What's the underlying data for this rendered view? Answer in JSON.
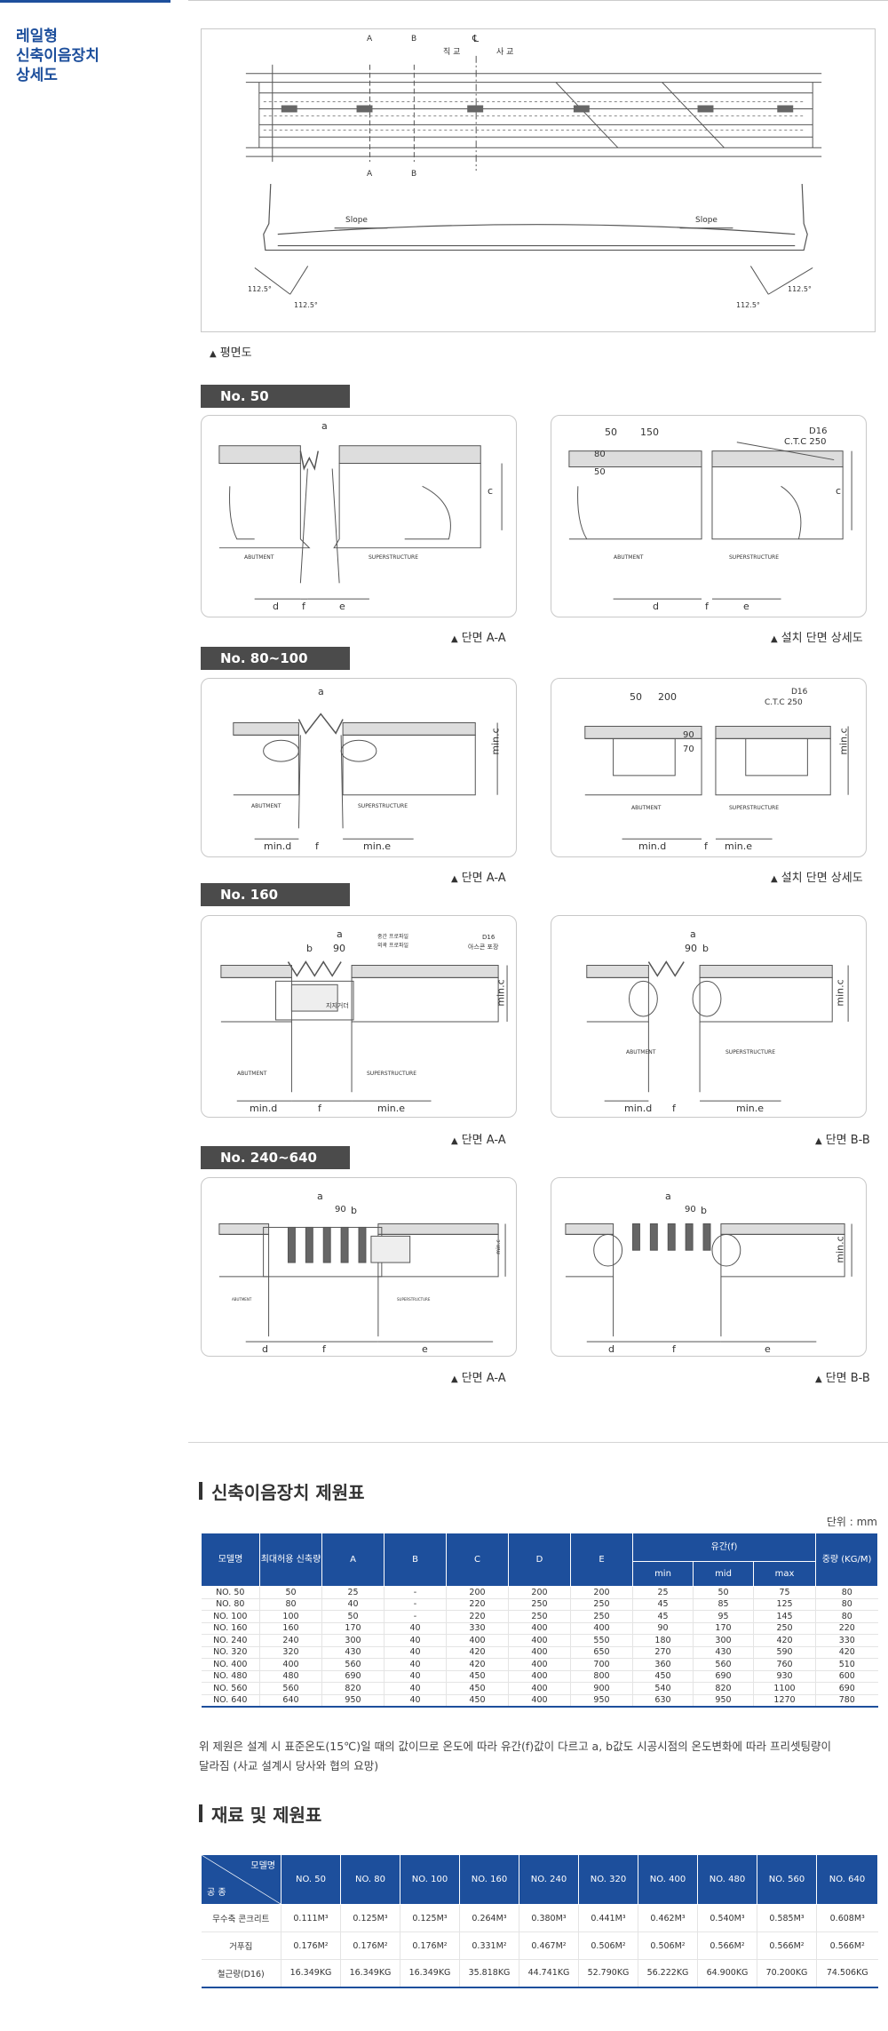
{
  "sidebar": {
    "title_line1": "레일형",
    "title_line2": "신축이음장치",
    "title_line3": "상세도"
  },
  "plan": {
    "caption": "평면도",
    "labels": {
      "a": "A",
      "b": "B",
      "a2": "A",
      "b2": "B",
      "cl": "℄",
      "skew_left": "직 교",
      "skew_right": "사 교",
      "slope_left": "Slope",
      "slope_right": "Slope",
      "angle1": "112.5°",
      "angle2": "112.5°",
      "angle3": "112.5°",
      "angle4": "112.5°"
    }
  },
  "sections": [
    {
      "tag": "No. 50",
      "left_caption": "단면 A-A",
      "right_caption": "설치 단면 상세도",
      "left_labels": {
        "a": "a",
        "c": "c",
        "d": "d",
        "f": "f",
        "e": "e",
        "abut": "ABUTMENT",
        "super": "SUPERSTRUCTURE"
      },
      "right_labels": {
        "dim1": "50",
        "dim2": "150",
        "dim3": "80",
        "dim4": "50",
        "bar": "D16",
        "ctc": "C.T.C 250",
        "c": "c",
        "d": "d",
        "f": "f",
        "e": "e",
        "abut": "ABUTMENT",
        "super": "SUPERSTRUCTURE"
      }
    },
    {
      "tag": "No. 80~100",
      "left_caption": "단면 A-A",
      "right_caption": "설치 단면 상세도",
      "left_labels": {
        "a": "a",
        "c": "min.c",
        "d": "min.d",
        "f": "f",
        "e": "min.e",
        "abut": "ABUTMENT",
        "super": "SUPERSTRUCTURE"
      },
      "right_labels": {
        "dim1": "50",
        "dim2": "200",
        "dim3": "90",
        "dim4": "70",
        "bar": "D16",
        "ctc": "C.T.C 250",
        "c": "min.c",
        "d": "min.d",
        "f": "f",
        "e": "min.e",
        "abut": "ABUTMENT",
        "super": "SUPERSTRUCTURE"
      }
    },
    {
      "tag": "No. 160",
      "left_caption": "단면 A-A",
      "right_caption": "단면 B-B",
      "left_labels": {
        "a": "a",
        "b": "b",
        "dim": "90",
        "c": "min.c",
        "d": "min.d",
        "f": "f",
        "e": "min.e",
        "note1": "중간 프로파일",
        "note2": "외곽 프로파일",
        "note3": "D16",
        "note4": "아스콘 포장",
        "center": "지지거더",
        "abut": "ABUTMENT",
        "super": "SUPERSTRUCTURE"
      },
      "right_labels": {
        "a": "a",
        "b": "b",
        "dim": "90",
        "c": "min.c",
        "d": "min.d",
        "f": "f",
        "e": "min.e",
        "abut": "ABUTMENT",
        "super": "SUPERSTRUCTURE"
      }
    },
    {
      "tag": "No. 240~640",
      "left_caption": "단면 A-A",
      "right_caption": "단면 B-B",
      "left_labels": {
        "a": "a",
        "b": "b",
        "dim": "90",
        "c": "min.c",
        "d": "d",
        "f": "f",
        "e": "e",
        "abut": "ABUTMENT",
        "super": "SUPERSTRUCTURE"
      },
      "right_labels": {
        "a": "a",
        "b": "b",
        "dim": "90",
        "c": "min.c",
        "d": "d",
        "f": "f",
        "e": "e"
      }
    }
  ],
  "spec_table": {
    "title": "신축이음장치 제원표",
    "unit": "단위 : mm",
    "headers": {
      "model": "모델명",
      "movement": "최대허용 신축량",
      "A": "A",
      "B": "B",
      "C": "C",
      "D": "D",
      "E": "E",
      "gap": "유간(f)",
      "min": "min",
      "mid": "mid",
      "max": "max",
      "weight": "중량 (KG/M)"
    },
    "rows": [
      [
        "NO. 50",
        "50",
        "25",
        "-",
        "200",
        "200",
        "200",
        "25",
        "50",
        "75",
        "80"
      ],
      [
        "NO. 80",
        "80",
        "40",
        "-",
        "220",
        "250",
        "250",
        "45",
        "85",
        "125",
        "80"
      ],
      [
        "NO. 100",
        "100",
        "50",
        "-",
        "220",
        "250",
        "250",
        "45",
        "95",
        "145",
        "80"
      ],
      [
        "NO. 160",
        "160",
        "170",
        "40",
        "330",
        "400",
        "400",
        "90",
        "170",
        "250",
        "220"
      ],
      [
        "NO. 240",
        "240",
        "300",
        "40",
        "400",
        "400",
        "550",
        "180",
        "300",
        "420",
        "330"
      ],
      [
        "NO. 320",
        "320",
        "430",
        "40",
        "420",
        "400",
        "650",
        "270",
        "430",
        "590",
        "420"
      ],
      [
        "NO. 400",
        "400",
        "560",
        "40",
        "420",
        "400",
        "700",
        "360",
        "560",
        "760",
        "510"
      ],
      [
        "NO. 480",
        "480",
        "690",
        "40",
        "450",
        "400",
        "800",
        "450",
        "690",
        "930",
        "600"
      ],
      [
        "NO. 560",
        "560",
        "820",
        "40",
        "450",
        "400",
        "900",
        "540",
        "820",
        "1100",
        "690"
      ],
      [
        "NO. 640",
        "640",
        "950",
        "40",
        "450",
        "400",
        "950",
        "630",
        "950",
        "1270",
        "780"
      ]
    ],
    "note_line1": "위 제원은 설계 시 표준온도(15℃)일 때의 값이므로 온도에 따라 유간(f)값이 다르고 a, b값도 시공시점의 온도변화에 따라 프리셋팅량이",
    "note_line2": "달라짐 (사교 설계시 당사와 협의 요망)"
  },
  "material_table": {
    "title": "재료 및 제원표",
    "corner_top": "모델명",
    "corner_bottom": "공 종",
    "models": [
      "NO. 50",
      "NO. 80",
      "NO. 100",
      "NO. 160",
      "NO. 240",
      "NO. 320",
      "NO. 400",
      "NO. 480",
      "NO. 560",
      "NO. 640"
    ],
    "rows": [
      {
        "label": "무수축 콘크리트",
        "values": [
          "0.111M³",
          "0.125M³",
          "0.125M³",
          "0.264M³",
          "0.380M³",
          "0.441M³",
          "0.462M³",
          "0.540M³",
          "0.585M³",
          "0.608M³"
        ]
      },
      {
        "label": "거푸집",
        "values": [
          "0.176M²",
          "0.176M²",
          "0.176M²",
          "0.331M²",
          "0.467M²",
          "0.506M²",
          "0.506M²",
          "0.566M²",
          "0.566M²",
          "0.566M²"
        ]
      },
      {
        "label": "철근량(D16)",
        "values": [
          "16.349KG",
          "16.349KG",
          "16.349KG",
          "35.818KG",
          "44.741KG",
          "52.790KG",
          "56.222KG",
          "64.900KG",
          "70.200KG",
          "74.506KG"
        ]
      }
    ]
  }
}
